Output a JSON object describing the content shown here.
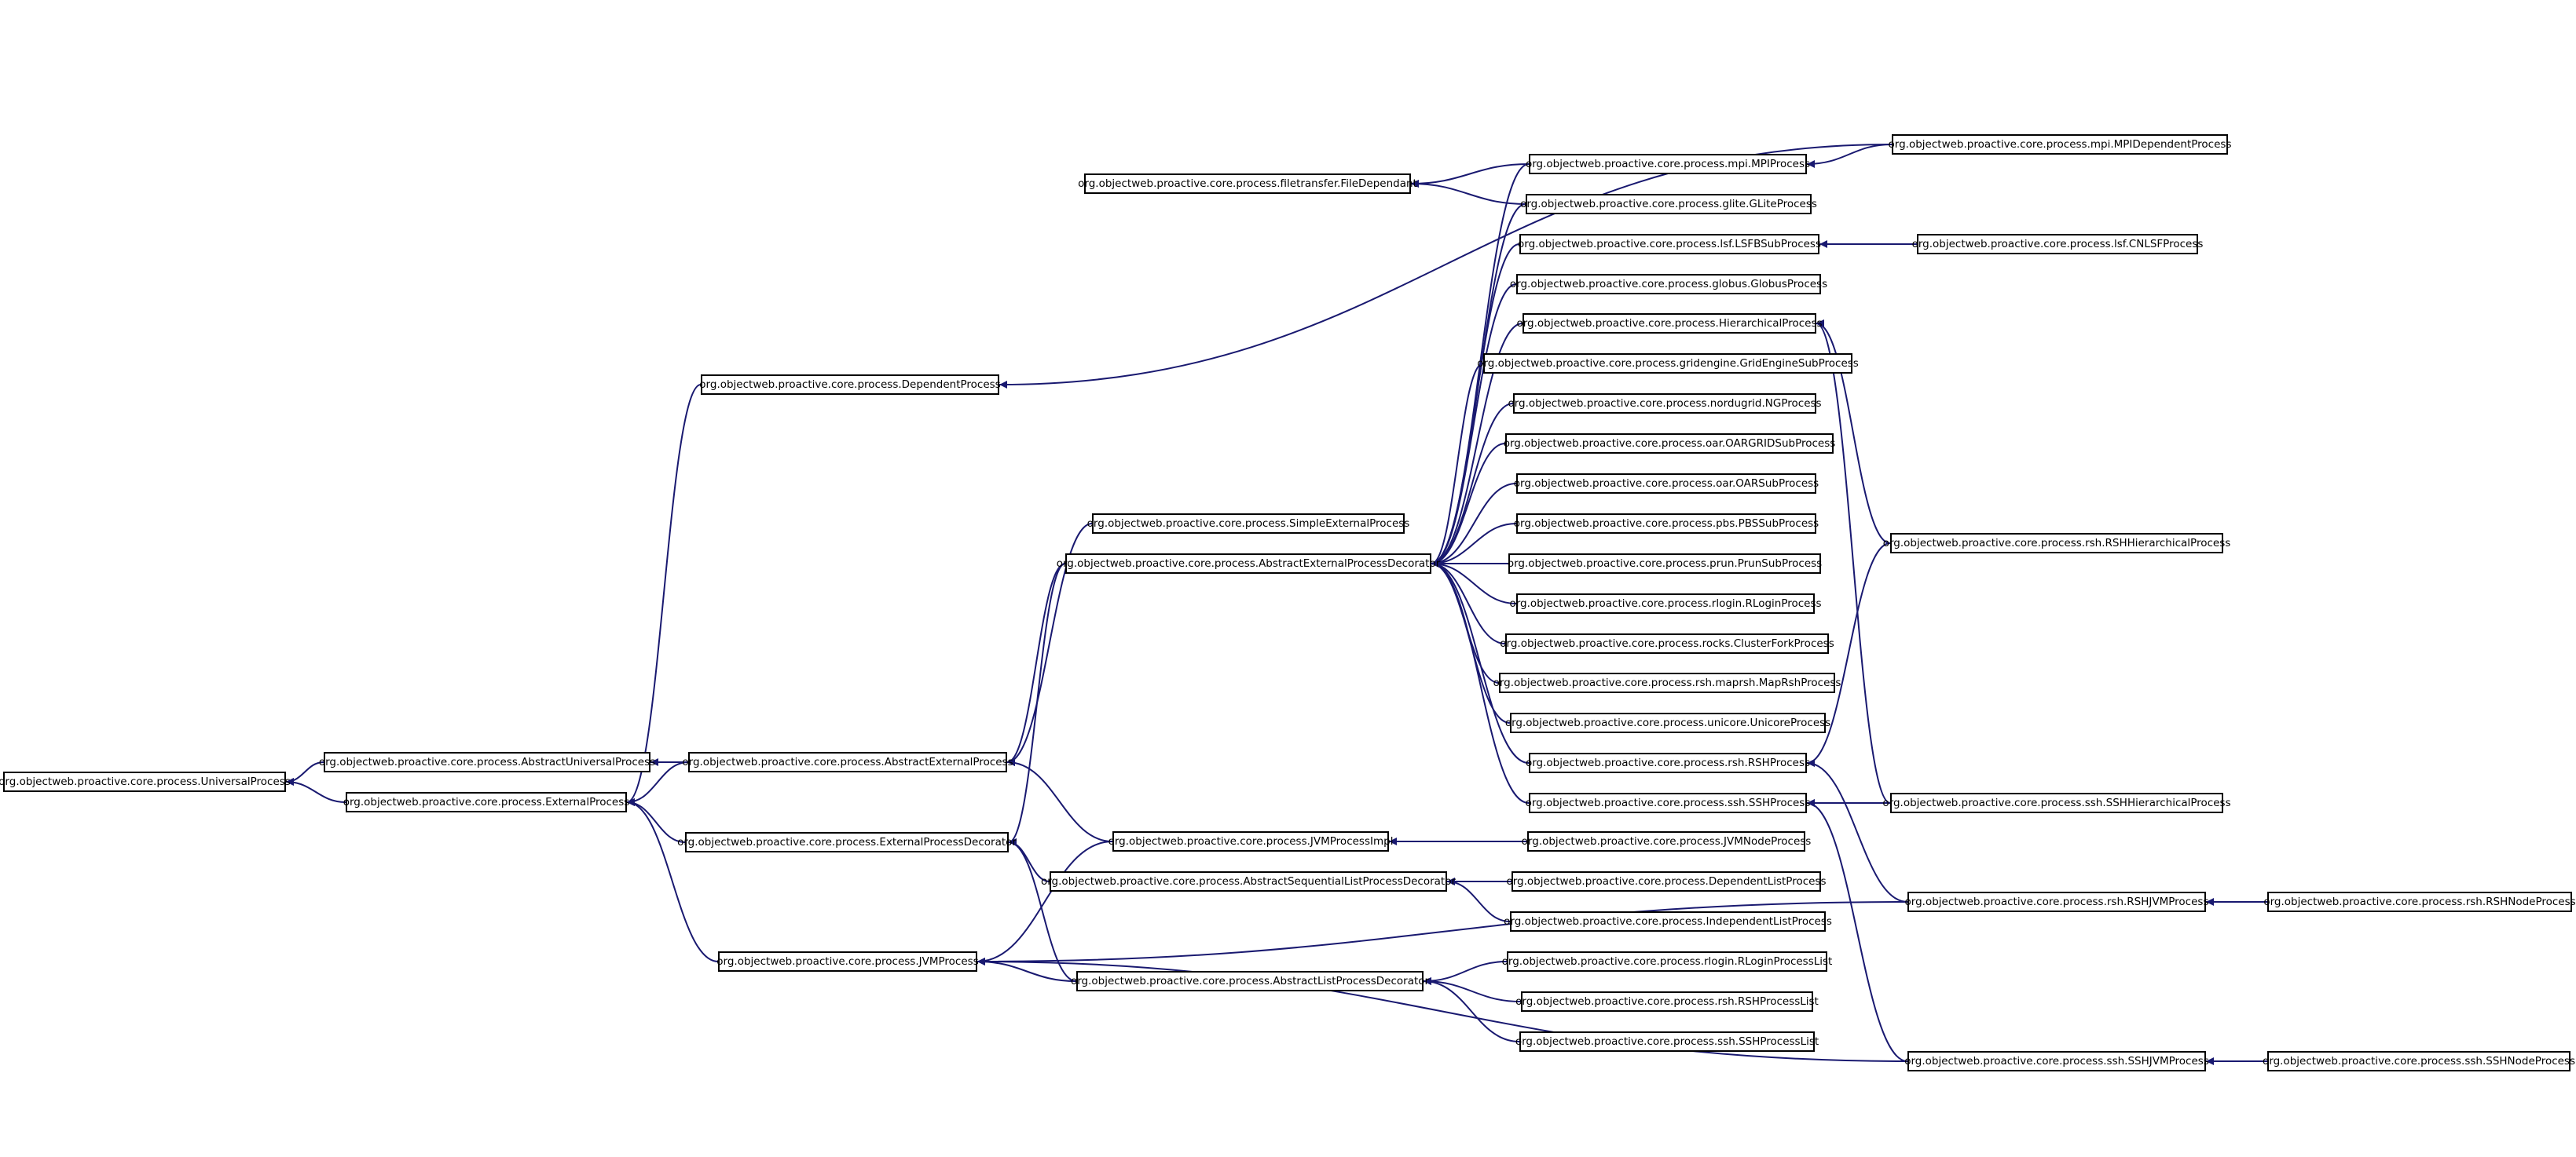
{
  "diagram": {
    "colors": {
      "edge": "#191970",
      "box_border": "#000000",
      "text": "#000000",
      "background": "#ffffff"
    },
    "nodes": [
      {
        "id": "universal",
        "label": "org.objectweb.proactive.core.process.UniversalProcess"
      },
      {
        "id": "abstract_universal",
        "label": "org.objectweb.proactive.core.process.AbstractUniversalProcess"
      },
      {
        "id": "external",
        "label": "org.objectweb.proactive.core.process.ExternalProcess"
      },
      {
        "id": "dependent",
        "label": "org.objectweb.proactive.core.process.DependentProcess"
      },
      {
        "id": "abstract_external",
        "label": "org.objectweb.proactive.core.process.AbstractExternalProcess"
      },
      {
        "id": "external_decorator",
        "label": "org.objectweb.proactive.core.process.ExternalProcessDecorator"
      },
      {
        "id": "jvm",
        "label": "org.objectweb.proactive.core.process.JVMProcess"
      },
      {
        "id": "file_dependant",
        "label": "org.objectweb.proactive.core.process.filetransfer.FileDependant"
      },
      {
        "id": "simple_external",
        "label": "org.objectweb.proactive.core.process.SimpleExternalProcess"
      },
      {
        "id": "abstract_ext_decorator",
        "label": "org.objectweb.proactive.core.process.AbstractExternalProcessDecorator"
      },
      {
        "id": "jvm_impl",
        "label": "org.objectweb.proactive.core.process.JVMProcessImpl"
      },
      {
        "id": "abstract_seq_list",
        "label": "org.objectweb.proactive.core.process.AbstractSequentialListProcessDecorator"
      },
      {
        "id": "abstract_list",
        "label": "org.objectweb.proactive.core.process.AbstractListProcessDecorator"
      },
      {
        "id": "mpi",
        "label": "org.objectweb.proactive.core.process.mpi.MPIProcess"
      },
      {
        "id": "glite",
        "label": "org.objectweb.proactive.core.process.glite.GLiteProcess"
      },
      {
        "id": "lsf",
        "label": "org.objectweb.proactive.core.process.lsf.LSFBSubProcess"
      },
      {
        "id": "globus",
        "label": "org.objectweb.proactive.core.process.globus.GlobusProcess"
      },
      {
        "id": "hierarchical",
        "label": "org.objectweb.proactive.core.process.HierarchicalProcess"
      },
      {
        "id": "gridengine",
        "label": "org.objectweb.proactive.core.process.gridengine.GridEngineSubProcess"
      },
      {
        "id": "nordugrid",
        "label": "org.objectweb.proactive.core.process.nordugrid.NGProcess"
      },
      {
        "id": "oargrid",
        "label": "org.objectweb.proactive.core.process.oar.OARGRIDSubProcess"
      },
      {
        "id": "oar",
        "label": "org.objectweb.proactive.core.process.oar.OARSubProcess"
      },
      {
        "id": "pbs",
        "label": "org.objectweb.proactive.core.process.pbs.PBSSubProcess"
      },
      {
        "id": "prun",
        "label": "org.objectweb.proactive.core.process.prun.PrunSubProcess"
      },
      {
        "id": "rlogin",
        "label": "org.objectweb.proactive.core.process.rlogin.RLoginProcess"
      },
      {
        "id": "rocks",
        "label": "org.objectweb.proactive.core.process.rocks.ClusterForkProcess"
      },
      {
        "id": "maprsh",
        "label": "org.objectweb.proactive.core.process.rsh.maprsh.MapRshProcess"
      },
      {
        "id": "unicore",
        "label": "org.objectweb.proactive.core.process.unicore.UnicoreProcess"
      },
      {
        "id": "rsh",
        "label": "org.objectweb.proactive.core.process.rsh.RSHProcess"
      },
      {
        "id": "ssh",
        "label": "org.objectweb.proactive.core.process.ssh.SSHProcess"
      },
      {
        "id": "jvm_node",
        "label": "org.objectweb.proactive.core.process.JVMNodeProcess"
      },
      {
        "id": "dependent_list",
        "label": "org.objectweb.proactive.core.process.DependentListProcess"
      },
      {
        "id": "independent_list",
        "label": "org.objectweb.proactive.core.process.IndependentListProcess"
      },
      {
        "id": "rlogin_list",
        "label": "org.objectweb.proactive.core.process.rlogin.RLoginProcessList"
      },
      {
        "id": "rsh_list",
        "label": "org.objectweb.proactive.core.process.rsh.RSHProcessList"
      },
      {
        "id": "ssh_list",
        "label": "org.objectweb.proactive.core.process.ssh.SSHProcessList"
      },
      {
        "id": "mpi_dependent",
        "label": "org.objectweb.proactive.core.process.mpi.MPIDependentProcess"
      },
      {
        "id": "cnlsf",
        "label": "org.objectweb.proactive.core.process.lsf.CNLSFProcess"
      },
      {
        "id": "rsh_hierarchical",
        "label": "org.objectweb.proactive.core.process.rsh.RSHHierarchicalProcess"
      },
      {
        "id": "ssh_hierarchical",
        "label": "org.objectweb.proactive.core.process.ssh.SSHHierarchicalProcess"
      },
      {
        "id": "rsh_jvm",
        "label": "org.objectweb.proactive.core.process.rsh.RSHJVMProcess"
      },
      {
        "id": "ssh_jvm",
        "label": "org.objectweb.proactive.core.process.ssh.SSHJVMProcess"
      },
      {
        "id": "rsh_node",
        "label": "org.objectweb.proactive.core.process.rsh.RSHNodeProcess"
      },
      {
        "id": "ssh_node",
        "label": "org.objectweb.proactive.core.process.ssh.SSHNodeProcess"
      }
    ],
    "edges": [
      {
        "from": "abstract_universal",
        "to": "universal"
      },
      {
        "from": "external",
        "to": "universal"
      },
      {
        "from": "abstract_external",
        "to": "abstract_universal"
      },
      {
        "from": "abstract_external",
        "to": "external"
      },
      {
        "from": "dependent",
        "to": "external"
      },
      {
        "from": "external_decorator",
        "to": "external"
      },
      {
        "from": "jvm",
        "to": "external"
      },
      {
        "from": "simple_external",
        "to": "abstract_external"
      },
      {
        "from": "abstract_ext_decorator",
        "to": "abstract_external"
      },
      {
        "from": "jvm_impl",
        "to": "abstract_external"
      },
      {
        "from": "abstract_ext_decorator",
        "to": "external_decorator"
      },
      {
        "from": "abstract_seq_list",
        "to": "external_decorator"
      },
      {
        "from": "abstract_list",
        "to": "external_decorator"
      },
      {
        "from": "jvm_impl",
        "to": "jvm"
      },
      {
        "from": "abstract_list",
        "to": "jvm"
      },
      {
        "from": "rsh_jvm",
        "to": "jvm"
      },
      {
        "from": "ssh_jvm",
        "to": "jvm"
      },
      {
        "from": "mpi_dependent",
        "to": "dependent"
      },
      {
        "from": "mpi",
        "to": "file_dependant"
      },
      {
        "from": "glite",
        "to": "file_dependant"
      },
      {
        "from": "mpi",
        "to": "abstract_ext_decorator"
      },
      {
        "from": "glite",
        "to": "abstract_ext_decorator"
      },
      {
        "from": "lsf",
        "to": "abstract_ext_decorator"
      },
      {
        "from": "globus",
        "to": "abstract_ext_decorator"
      },
      {
        "from": "hierarchical",
        "to": "abstract_ext_decorator"
      },
      {
        "from": "gridengine",
        "to": "abstract_ext_decorator"
      },
      {
        "from": "nordugrid",
        "to": "abstract_ext_decorator"
      },
      {
        "from": "oargrid",
        "to": "abstract_ext_decorator"
      },
      {
        "from": "oar",
        "to": "abstract_ext_decorator"
      },
      {
        "from": "pbs",
        "to": "abstract_ext_decorator"
      },
      {
        "from": "prun",
        "to": "abstract_ext_decorator"
      },
      {
        "from": "rlogin",
        "to": "abstract_ext_decorator"
      },
      {
        "from": "rocks",
        "to": "abstract_ext_decorator"
      },
      {
        "from": "maprsh",
        "to": "abstract_ext_decorator"
      },
      {
        "from": "unicore",
        "to": "abstract_ext_decorator"
      },
      {
        "from": "rsh",
        "to": "abstract_ext_decorator"
      },
      {
        "from": "ssh",
        "to": "abstract_ext_decorator"
      },
      {
        "from": "jvm_node",
        "to": "jvm_impl"
      },
      {
        "from": "dependent_list",
        "to": "abstract_seq_list"
      },
      {
        "from": "independent_list",
        "to": "abstract_seq_list"
      },
      {
        "from": "rlogin_list",
        "to": "abstract_list"
      },
      {
        "from": "rsh_list",
        "to": "abstract_list"
      },
      {
        "from": "ssh_list",
        "to": "abstract_list"
      },
      {
        "from": "mpi_dependent",
        "to": "mpi"
      },
      {
        "from": "cnlsf",
        "to": "lsf"
      },
      {
        "from": "rsh_hierarchical",
        "to": "hierarchical"
      },
      {
        "from": "ssh_hierarchical",
        "to": "hierarchical"
      },
      {
        "from": "rsh_hierarchical",
        "to": "rsh"
      },
      {
        "from": "rsh_jvm",
        "to": "rsh"
      },
      {
        "from": "ssh_hierarchical",
        "to": "ssh"
      },
      {
        "from": "ssh_jvm",
        "to": "ssh"
      },
      {
        "from": "rsh_node",
        "to": "rsh_jvm"
      },
      {
        "from": "ssh_node",
        "to": "ssh_jvm"
      }
    ]
  }
}
